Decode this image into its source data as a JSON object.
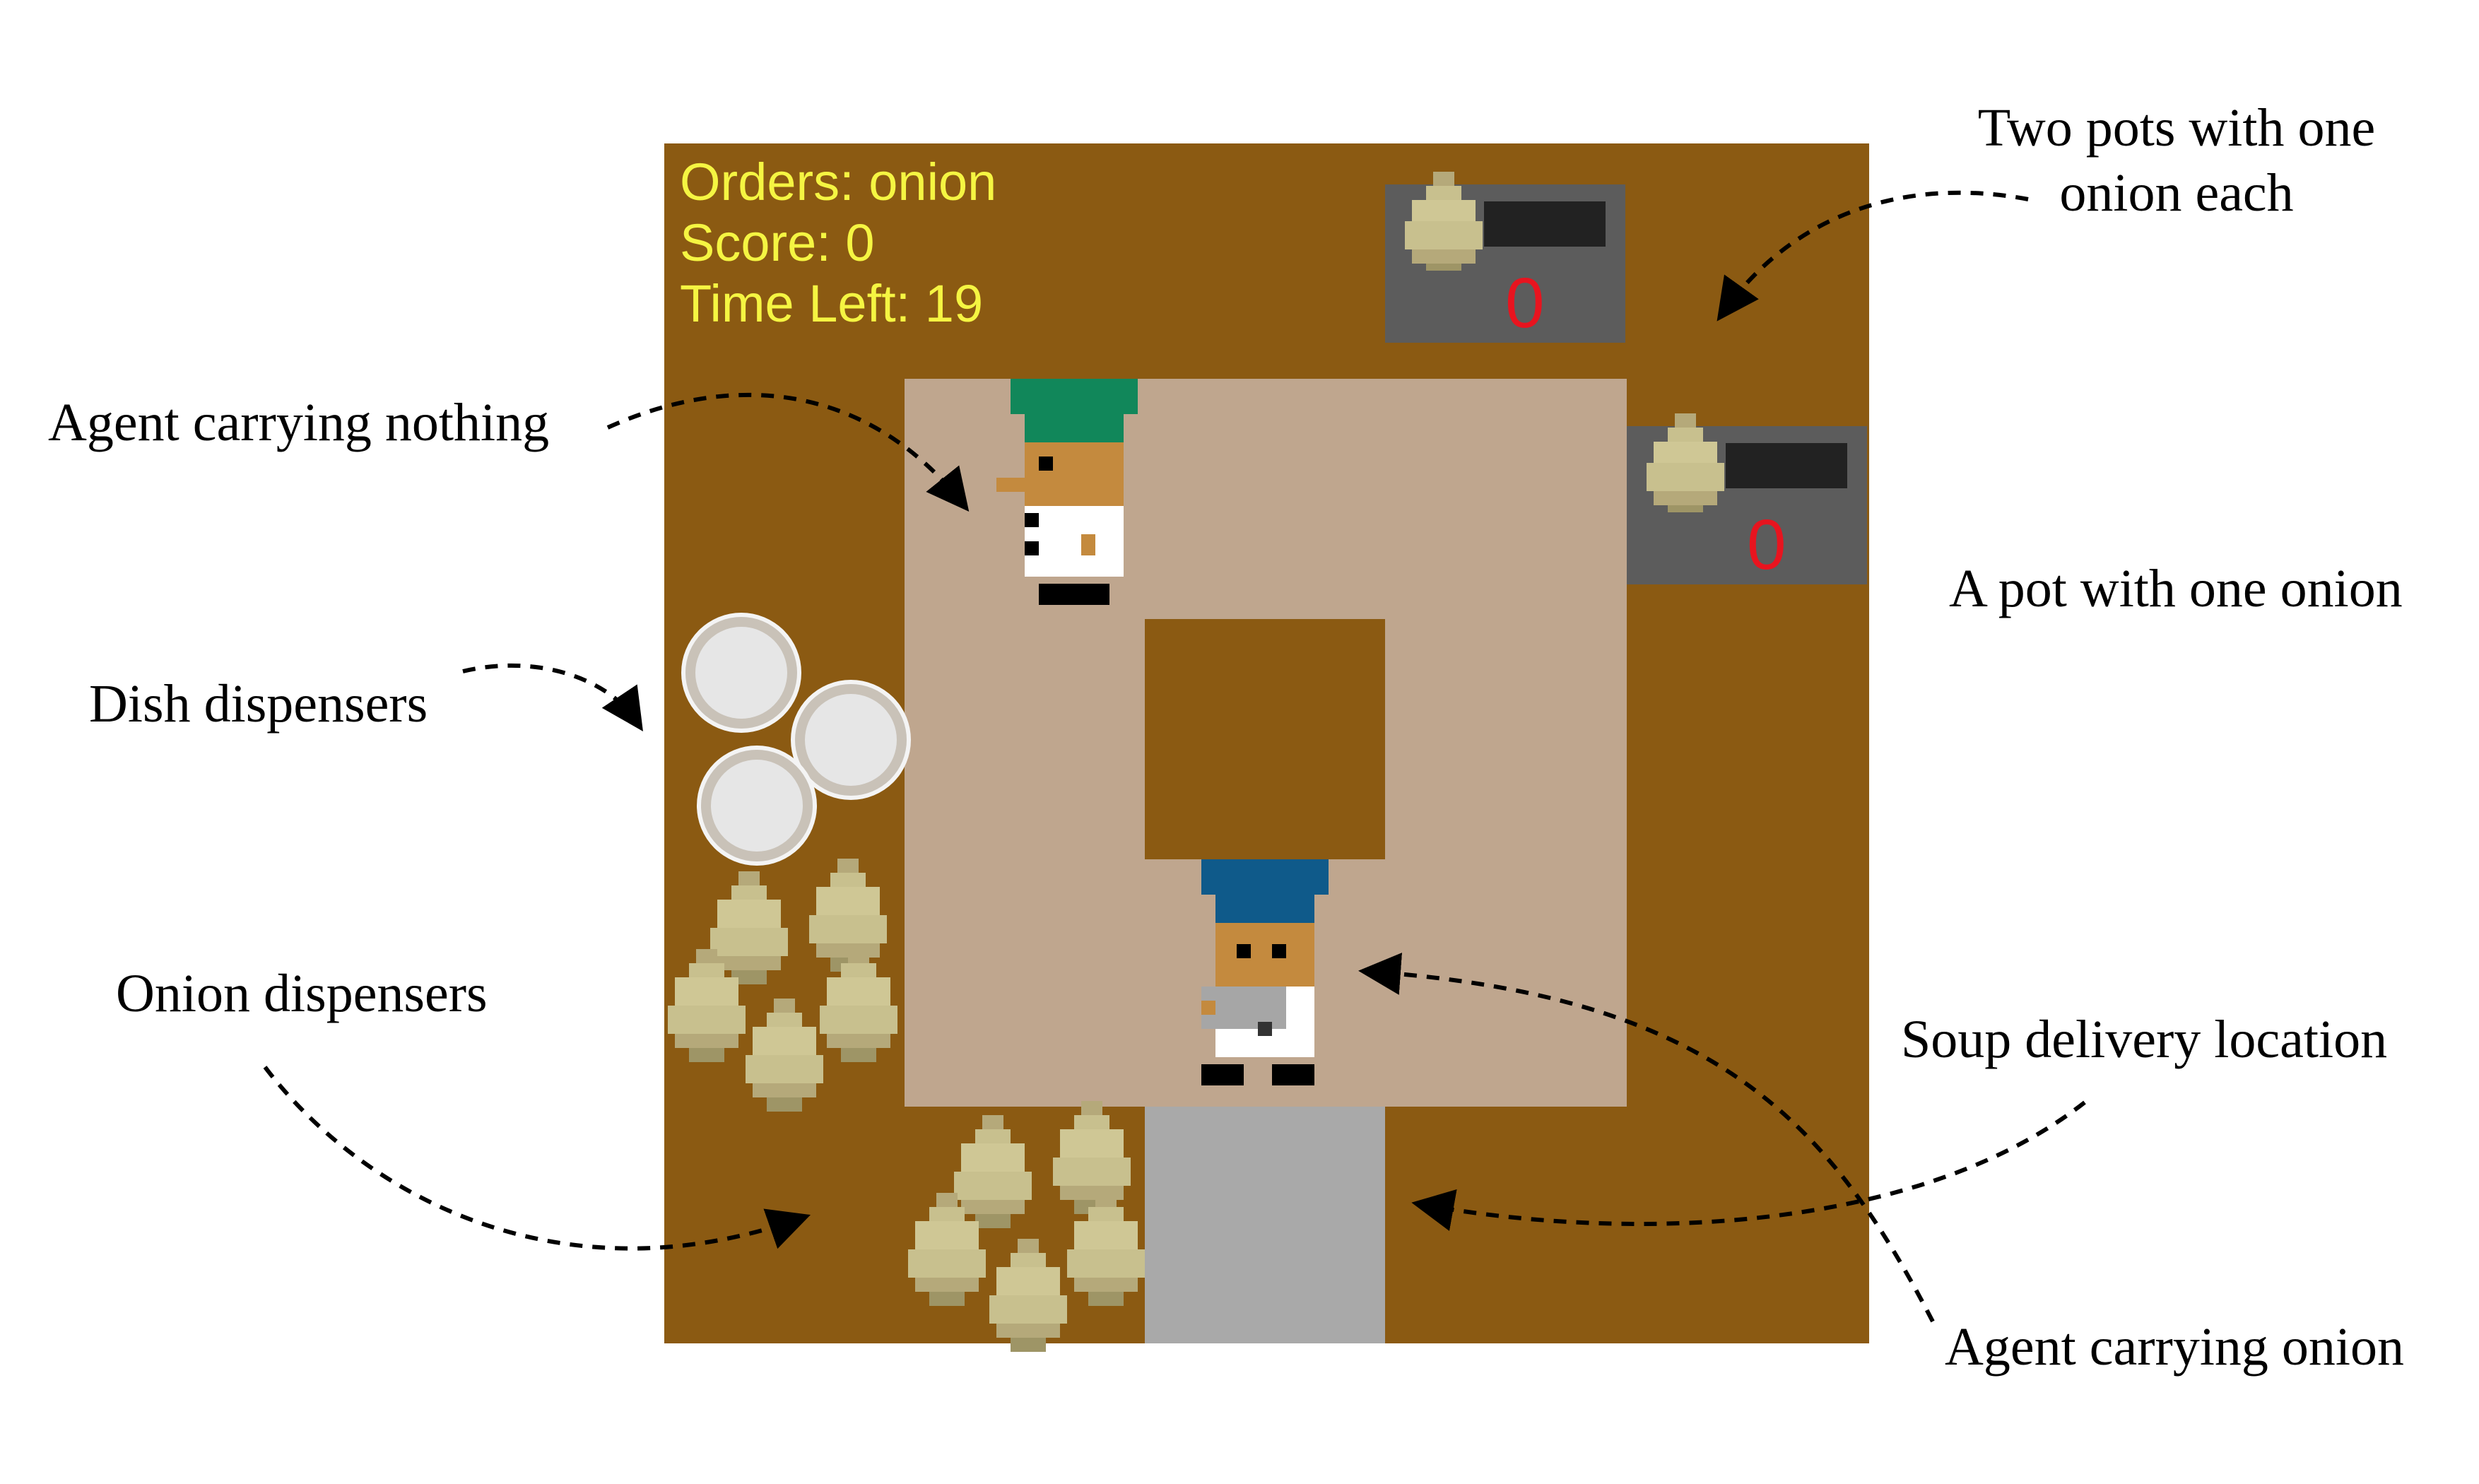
{
  "hud": {
    "orders": "Orders: onion",
    "score": "Score: 0",
    "time_left": "Time Left: 19"
  },
  "pots": [
    {
      "count": "0",
      "onions": 1
    },
    {
      "count": "0",
      "onions": 1
    }
  ],
  "annotations": {
    "two_pots": [
      "Two pots with one",
      "onion each"
    ],
    "agent_nothing": "Agent carrying nothing",
    "one_pot": "A pot with one onion",
    "dish_dispensers": "Dish dispensers",
    "onion_dispensers": "Onion dispensers",
    "delivery": "Soup delivery location",
    "agent_onion": "Agent carrying onion"
  },
  "colors": {
    "counter": "#8b5a12",
    "floor": "#bfa68e",
    "delivery": "#a9a9a9",
    "pot": "#5c5c5c",
    "hud_text": "#f5f542",
    "pot_count": "#e8141f",
    "chef_hat_green": "#11875a",
    "chef_hat_blue": "#0f5a8a"
  },
  "icons": [
    "onion-icon",
    "dish-icon",
    "pot-icon",
    "chef-icon"
  ]
}
